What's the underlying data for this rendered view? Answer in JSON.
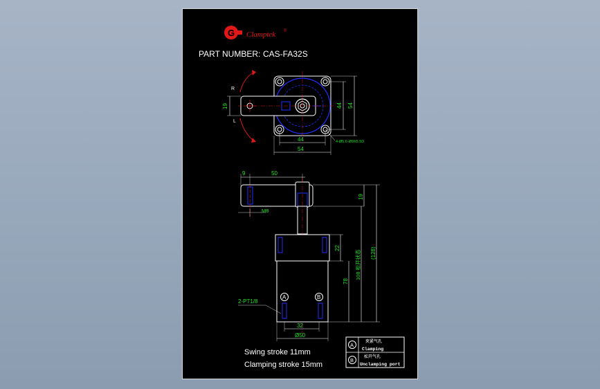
{
  "drawing": {
    "brand": {
      "logo_letter": "G",
      "name": "Clamptek",
      "registered": "®"
    },
    "part_number_label": "PART NUMBER:",
    "part_number": "CAS-FA32S",
    "top_view": {
      "rotation_right": "R",
      "rotation_left": "L",
      "dim_arm_height": "19",
      "dim_inner_height": "44",
      "dim_outer_height": "54",
      "dim_inner_width": "44",
      "dim_outer_width": "54",
      "hole_note": "4-Ø5.6-Ø9X5.5D"
    },
    "side_view": {
      "dim_offset": "9",
      "dim_arm_length": "50",
      "dim_arm_thickness": "19",
      "thread": "M8",
      "dim_body_top": "22",
      "dim_travel": "108 松开状态",
      "dim_overall": "(128)",
      "dim_body_height": "78",
      "port_note": "2-PT1/8",
      "port_a": "A",
      "port_b": "B",
      "dim_port_spacing": "32",
      "dim_body_diameter": "Ø50"
    },
    "specs": {
      "swing_stroke": "Swing stroke 11mm",
      "clamping_stroke": "Clamping stroke 15mm"
    },
    "legend": [
      {
        "symbol": "A",
        "cn": "夹紧气孔",
        "en": "Clamping"
      },
      {
        "symbol": "B",
        "cn": "松开气孔",
        "en": "Unclamping port"
      }
    ]
  }
}
